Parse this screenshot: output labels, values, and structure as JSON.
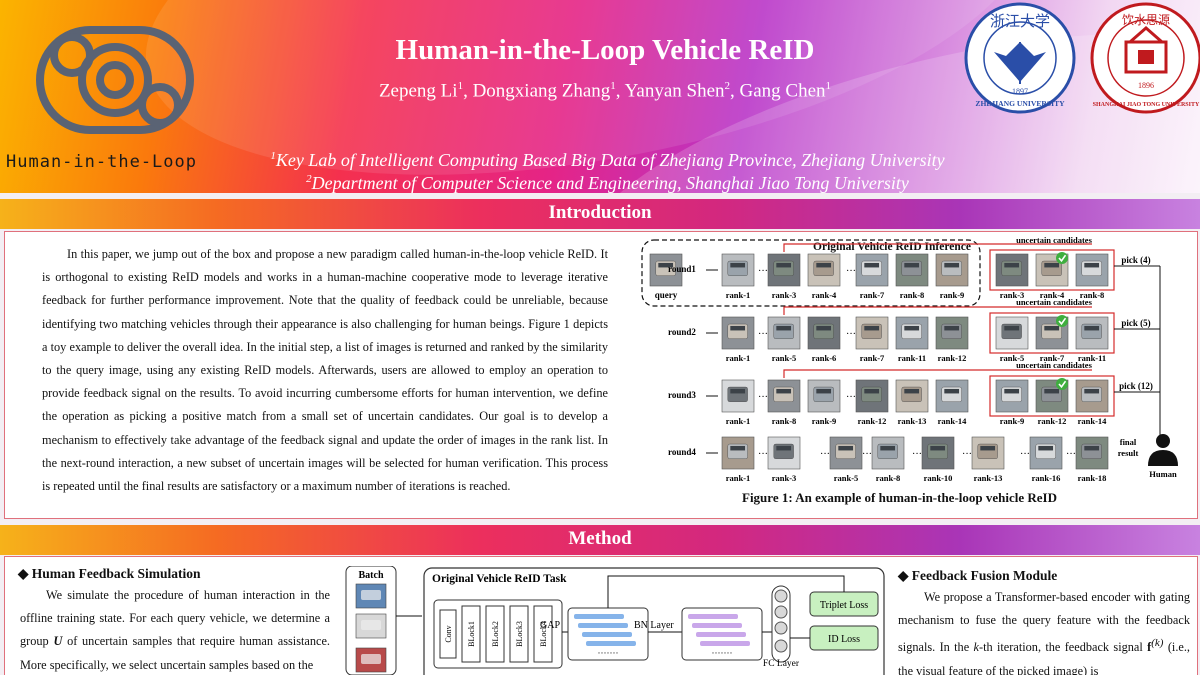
{
  "header": {
    "logo_text": "Human-in-the-Loop",
    "title": "Human-in-the-Loop Vehicle ReID",
    "authors": [
      {
        "name": "Zepeng Li",
        "sup": "1"
      },
      {
        "name": "Dongxiang Zhang",
        "sup": "1"
      },
      {
        "name": "Yanyan Shen",
        "sup": "2"
      },
      {
        "name": "Gang Chen",
        "sup": "1"
      }
    ],
    "affiliations": [
      {
        "sup": "1",
        "text": "Key Lab of Intelligent Computing Based Big Data of Zhejiang Province, Zhejiang University"
      },
      {
        "sup": "2",
        "text": "Department of Computer Science and Engineering, Shanghai Jiao Tong University"
      }
    ],
    "zju_logo": {
      "chars": "浙江大学",
      "name": "ZHEJIANG UNIVERSITY",
      "year": "1897"
    },
    "sjtu_logo": {
      "chars": "饮水思源",
      "name": "SHANGHAI JIAO TONG UNIVERSITY",
      "year": "1896"
    }
  },
  "intro": {
    "heading": "Introduction",
    "paragraph": "In this paper, we jump out of the box and propose a new paradigm called human-in-the-loop vehicle ReID. It is orthogonal to existing ReID models and works in a human-machine cooperative mode to leverage iterative feedback for further performance improvement. Note that the quality of feedback could be unreliable, because identifying two matching vehicles through their appearance is also challenging for human beings. Figure 1 depicts a toy example to deliver the overall idea. In the initial step, a list of images is returned and ranked by the similarity to the query image, using any existing ReID models. Afterwards, users are allowed to employ an operation to provide feedback signal on the results. To avoid incurring cumbersome efforts for human intervention, we define the operation as picking a positive match from a small set of uncertain candidates. Our goal is to develop a mechanism to effectively take advantage of the feedback signal and update the order of images in the rank list. In the next-round interaction, a new subset of uncertain images will be selected for human verification. This process is repeated until the final results are satisfactory or a maximum number of iterations is reached.",
    "figure_caption": "Figure 1: An example of human-in-the-loop vehicle ReID"
  },
  "figure1": {
    "title": "Original Vehicle ReID Inference",
    "query_label": "query",
    "uncertain_label": "uncertain candidates",
    "human_label": "Human",
    "final_label": "final",
    "result_label": "result",
    "dots": "···",
    "rounds": [
      {
        "label": "round1",
        "ranks": [
          "rank-1",
          "rank-3",
          "rank-4",
          "rank-7",
          "rank-8",
          "rank-9"
        ],
        "candidates": [
          "rank-3",
          "rank-4",
          "rank-8"
        ],
        "pick": "pick (4)"
      },
      {
        "label": "round2",
        "ranks": [
          "rank-1",
          "rank-5",
          "rank-6",
          "rank-7",
          "rank-11",
          "rank-12"
        ],
        "candidates": [
          "rank-5",
          "rank-7",
          "rank-11"
        ],
        "pick": "pick (5)"
      },
      {
        "label": "round3",
        "ranks": [
          "rank-1",
          "rank-8",
          "rank-9",
          "rank-12",
          "rank-13",
          "rank-14"
        ],
        "candidates": [
          "rank-9",
          "rank-12",
          "rank-14"
        ],
        "pick": "pick (12)"
      },
      {
        "label": "round4",
        "ranks": [
          "rank-1",
          "rank-3",
          "rank-5",
          "rank-8",
          "rank-10",
          "rank-13",
          "rank-16",
          "rank-18"
        ]
      }
    ]
  },
  "method": {
    "heading": "Method",
    "left_heading": "Human Feedback Simulation",
    "left_text": "We simulate the procedure of human interaction in the offline training state. For each query vehicle, we determine a group",
    "left_symbol": "U",
    "left_text2": "of uncertain samples that require human assistance. More specifically, we select uncertain samples based on the",
    "diagram": {
      "batch_label": "Batch",
      "task_title": "Original Vehicle ReID Task",
      "conv_label": "Conv",
      "blocks": [
        "BLock1",
        "BLock2",
        "BLock3",
        "BLock4"
      ],
      "gap_label": "GAP",
      "bn_label": "BN Layer",
      "fc_label": "FC Layer",
      "triplet_loss": "Triplet Loss",
      "id_loss": "ID Loss",
      "dots": "·······"
    },
    "right_heading": "Feedback Fusion Module",
    "right_text": "We propose a Transformer-based encoder with gating mechanism to fuse the query feature with the feedback signals. In the",
    "right_k": "k",
    "right_text2": "-th iteration, the feedback signal",
    "right_f": "f",
    "right_sup": "(k)",
    "right_text3": "(i.e., the visual feature of the picked image) is"
  },
  "colors": {
    "accent_red": "#d42b2b",
    "box_border": "#e0707c",
    "green_box": "#c8f0c0",
    "zju_blue": "#2a4ea8",
    "sjtu_red": "#c01a1e"
  }
}
